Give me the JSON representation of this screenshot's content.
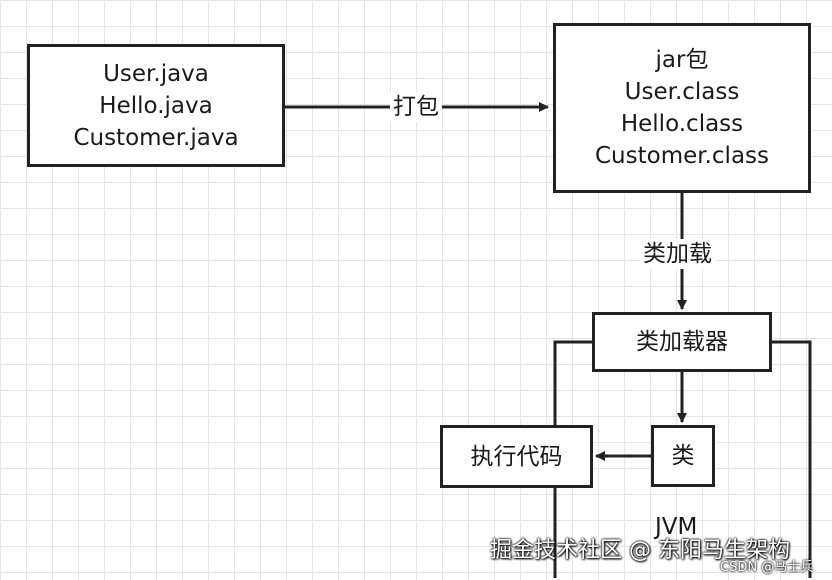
{
  "nodes": {
    "source_files": [
      "User.java",
      "Hello.java",
      "Customer.java"
    ],
    "jar": [
      "jar包",
      "User.class",
      "Hello.class",
      "Customer.class"
    ],
    "class_loader": "类加载器",
    "class": "类",
    "execute": "执行代码",
    "jvm": "JVM"
  },
  "edges": {
    "package": "打包",
    "class_loading": "类加载"
  },
  "watermark": {
    "main": "掘金技术社区 @ 东阳马生架构",
    "sub": "CSDN @马士兵"
  }
}
